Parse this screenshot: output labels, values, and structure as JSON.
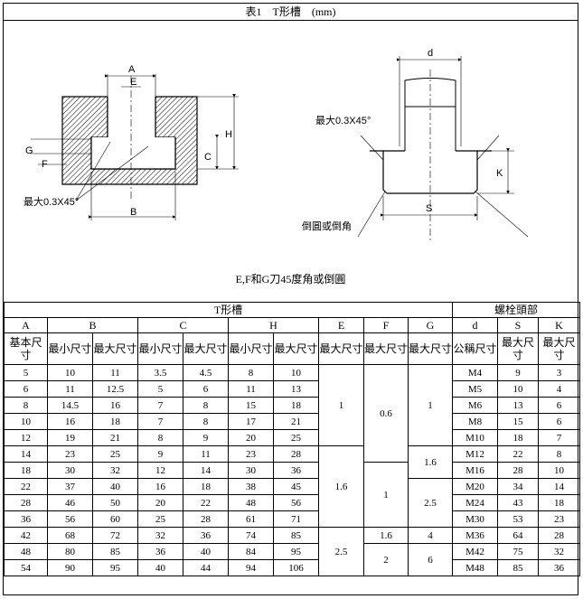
{
  "title": {
    "label": "表1",
    "name": "T形槽",
    "unit": "(mm)"
  },
  "drawing": {
    "left_labels": {
      "A": "A",
      "E": "E",
      "G": "G",
      "F": "F",
      "C": "C",
      "H": "H",
      "B": "B",
      "chamfer": "最大0.3X45°"
    },
    "right_labels": {
      "d": "d",
      "K": "K",
      "S": "S",
      "chamfer": "最大0.3X45°",
      "round": "倒圓或倒角"
    },
    "caption": "E,F和G刀45度角或倒圓"
  },
  "table": {
    "group_headers": {
      "slot": "T形槽",
      "bolt": "螺栓頭部"
    },
    "col_letters": [
      "A",
      "B",
      "C",
      "H",
      "E",
      "F",
      "G",
      "d",
      "S",
      "K"
    ],
    "sub_headers": {
      "basic": "基本尺寸",
      "min": "最小尺寸",
      "max": "最大尺寸",
      "nominal": "公稱尺寸"
    },
    "rows": [
      {
        "A": "5",
        "Bmin": "10",
        "Bmax": "11",
        "Cmin": "3.5",
        "Cmax": "4.5",
        "Hmin": "8",
        "Hmax": "10",
        "d": "M4",
        "S": "9",
        "K": "3"
      },
      {
        "A": "6",
        "Bmin": "11",
        "Bmax": "12.5",
        "Cmin": "5",
        "Cmax": "6",
        "Hmin": "11",
        "Hmax": "13",
        "d": "M5",
        "S": "10",
        "K": "4"
      },
      {
        "A": "8",
        "Bmin": "14.5",
        "Bmax": "16",
        "Cmin": "7",
        "Cmax": "8",
        "Hmin": "15",
        "Hmax": "18",
        "d": "M6",
        "S": "13",
        "K": "6"
      },
      {
        "A": "10",
        "Bmin": "16",
        "Bmax": "18",
        "Cmin": "7",
        "Cmax": "8",
        "Hmin": "17",
        "Hmax": "21",
        "d": "M8",
        "S": "15",
        "K": "6"
      },
      {
        "A": "12",
        "Bmin": "19",
        "Bmax": "21",
        "Cmin": "8",
        "Cmax": "9",
        "Hmin": "20",
        "Hmax": "25",
        "d": "M10",
        "S": "18",
        "K": "7"
      },
      {
        "A": "14",
        "Bmin": "23",
        "Bmax": "25",
        "Cmin": "9",
        "Cmax": "11",
        "Hmin": "23",
        "Hmax": "28",
        "d": "M12",
        "S": "22",
        "K": "8"
      },
      {
        "A": "18",
        "Bmin": "30",
        "Bmax": "32",
        "Cmin": "12",
        "Cmax": "14",
        "Hmin": "30",
        "Hmax": "36",
        "d": "M16",
        "S": "28",
        "K": "10"
      },
      {
        "A": "22",
        "Bmin": "37",
        "Bmax": "40",
        "Cmin": "16",
        "Cmax": "18",
        "Hmin": "38",
        "Hmax": "45",
        "d": "M20",
        "S": "34",
        "K": "14"
      },
      {
        "A": "28",
        "Bmin": "46",
        "Bmax": "50",
        "Cmin": "20",
        "Cmax": "22",
        "Hmin": "48",
        "Hmax": "56",
        "d": "M24",
        "S": "43",
        "K": "18"
      },
      {
        "A": "36",
        "Bmin": "56",
        "Bmax": "60",
        "Cmin": "25",
        "Cmax": "28",
        "Hmin": "61",
        "Hmax": "71",
        "d": "M30",
        "S": "53",
        "K": "23"
      },
      {
        "A": "42",
        "Bmin": "68",
        "Bmax": "72",
        "Cmin": "32",
        "Cmax": "36",
        "Hmin": "74",
        "Hmax": "85",
        "d": "M36",
        "S": "64",
        "K": "28"
      },
      {
        "A": "48",
        "Bmin": "80",
        "Bmax": "85",
        "Cmin": "36",
        "Cmax": "40",
        "Hmin": "84",
        "Hmax": "95",
        "d": "M42",
        "S": "75",
        "K": "32"
      },
      {
        "A": "54",
        "Bmin": "90",
        "Bmax": "95",
        "Cmin": "40",
        "Cmax": "44",
        "Hmin": "94",
        "Hmax": "106",
        "d": "M48",
        "S": "85",
        "K": "36"
      }
    ],
    "merged": {
      "E": [
        "1",
        "1.6",
        "2.5"
      ],
      "F": [
        "0.6",
        "1",
        "1.6",
        "2"
      ],
      "G": [
        "1",
        "1.6",
        "2.5",
        "4",
        "6"
      ]
    }
  }
}
